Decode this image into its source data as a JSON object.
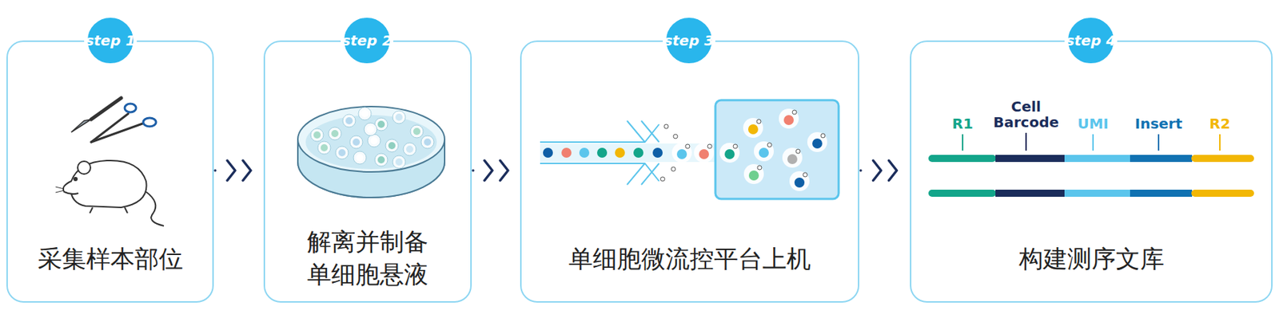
{
  "diagram": {
    "nodes": [
      {
        "text": [
          "采集样本部位"
        ]
      },
      {
        "text": [
          "step 1"
        ],
        "in": 0
      },
      {
        "text": [
          "解离并制备单细胞悬液"
        ]
      },
      {
        "text": [
          "step 2"
        ],
        "in": 2
      },
      {
        "text": [
          "单细胞微流控平台上机"
        ]
      },
      {
        "text": [
          "step 3"
        ],
        "in": 4
      },
      {
        "text": [
          "构建测序文库"
        ]
      },
      {
        "text": [
          "step 4"
        ],
        "in": 6
      }
    ],
    "edges": [
      {
        "from": 0,
        "to": 2,
        "arrow": "to"
      },
      {
        "from": 2,
        "to": 4,
        "arrow": "to"
      },
      {
        "from": 4,
        "to": 6,
        "arrow": "to"
      }
    ],
    "labels": [
      "R1",
      "Cell Barcode",
      "UMI",
      "Insert",
      "R2"
    ]
  }
}
